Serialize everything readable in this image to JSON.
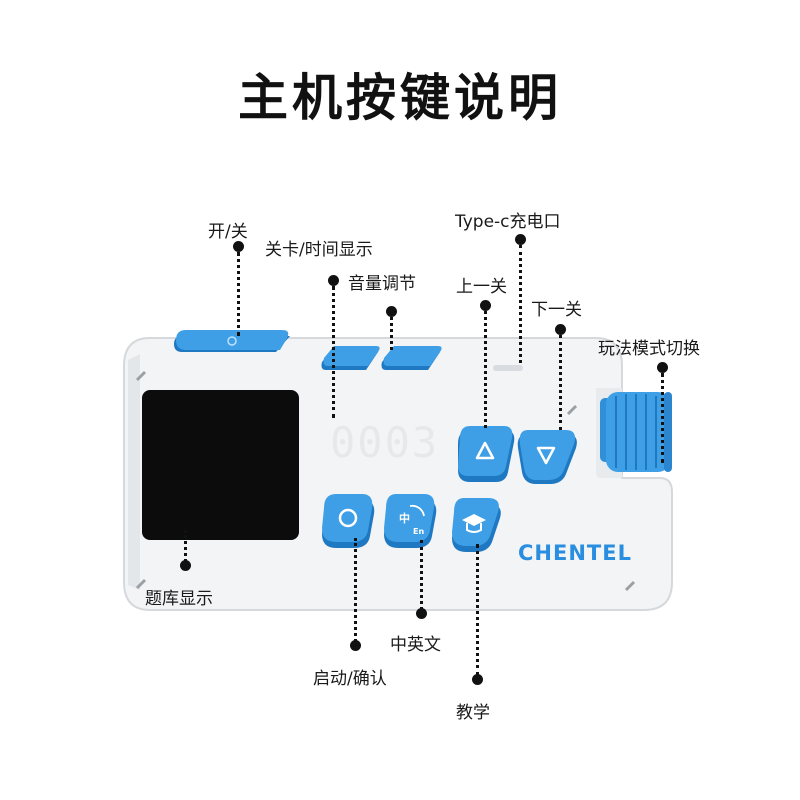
{
  "title": "主机按键说明",
  "brand": "CHENTEL",
  "display_digits": "0003",
  "labels": {
    "power": "开/关",
    "level_time": "关卡/时间显示",
    "volume": "音量调节",
    "charge_port": "Type-c充电口",
    "prev": "上一关",
    "next": "下一关",
    "mode": "玩法模式切换",
    "screen": "题库显示",
    "start": "启动/确认",
    "lang": "中英文",
    "teach": "教学"
  },
  "icons": {
    "power": "power-icon",
    "prev": "triangle-up-icon",
    "next": "triangle-down-icon",
    "start": "circle-icon",
    "lang": "language-cn-en-icon",
    "teach": "graduation-cap-icon"
  },
  "colors": {
    "button_blue": "#3e9fe6",
    "button_dark": "#1f78c2",
    "body": "#f3f4f5",
    "screen": "#0c0c0c",
    "brand": "#2a8ee0"
  }
}
